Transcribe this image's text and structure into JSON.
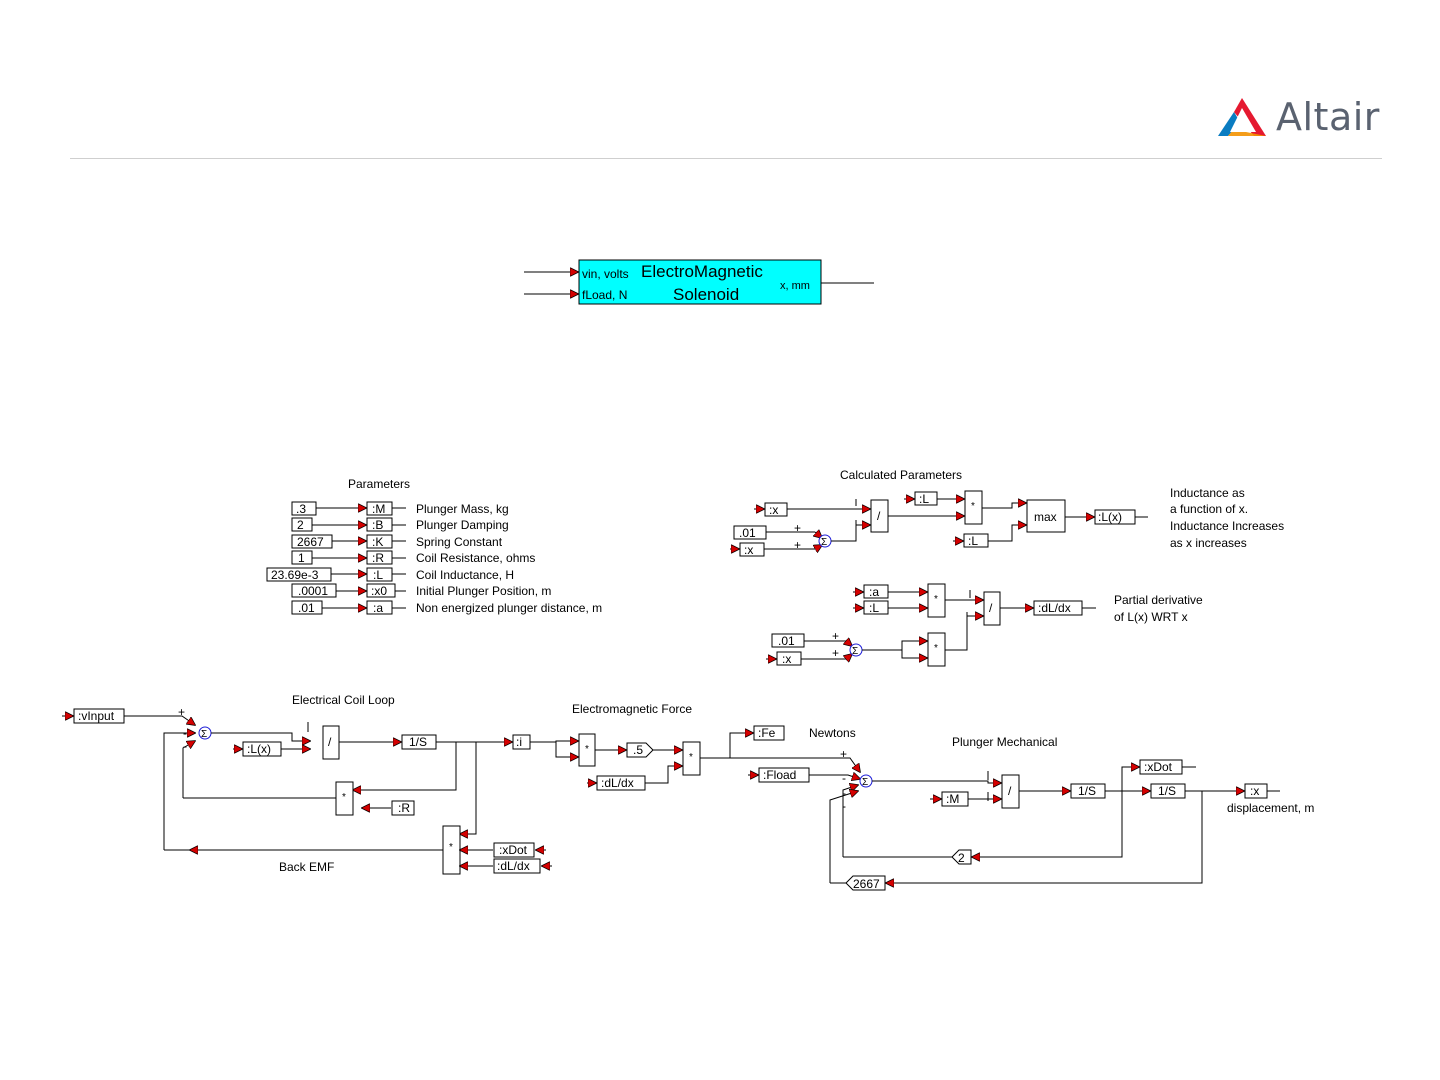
{
  "brand": {
    "name": "Altair",
    "colors": {
      "orange": "#f39200",
      "red": "#e2001a",
      "blue": "#0a7cc1",
      "gray": "#5a6270"
    }
  },
  "solenoid_block": {
    "port_vin": "vin, volts",
    "port_fload": "fLoad, N",
    "title_line1": "ElectroMagnetic",
    "title_line2": "Solenoid",
    "port_x": "x, mm",
    "fill": "#00ffff"
  },
  "parameters": {
    "title": "Parameters",
    "rows": [
      {
        "value": ".3",
        "var": ":M",
        "label": "Plunger Mass, kg"
      },
      {
        "value": "2",
        "var": ":B",
        "label": "Plunger Damping"
      },
      {
        "value": "2667",
        "var": ":K",
        "label": "Spring Constant"
      },
      {
        "value": "1",
        "var": ":R",
        "label": "Coil Resistance, ohms"
      },
      {
        "value": "23.69e-3",
        "var": ":L",
        "label": "Coil Inductance, H"
      },
      {
        "value": ".0001",
        "var": ":x0",
        "label": "Initial Plunger Position, m"
      },
      {
        "value": ".01",
        "var": ":a",
        "label": "Non energized plunger distance, m"
      }
    ]
  },
  "calculated": {
    "title": "Calculated Parameters",
    "x": ":x",
    "c01": ".01",
    "x2": ":x",
    "div": "/",
    "L": ":L",
    "mul": "*",
    "L2": ":L",
    "max": "max",
    "Lx": ":L(x)",
    "note": [
      "Inductance as",
      "a function of x.",
      "Inductance Increases",
      " as x increases"
    ],
    "a": ":a",
    "L3": ":L",
    "mul2": "*",
    "div2": "/",
    "dLdx": ":dL/dx",
    "c01b": ".01",
    "x3": ":x",
    "mul3": "*",
    "note2": [
      "Partial derivative",
      "of L(x) WRT x"
    ]
  },
  "loop": {
    "electrical_title": "Electrical Coil Loop",
    "vinput": ":vInput",
    "Lx": ":L(x)",
    "div": "/",
    "integ": "1/S",
    "mulR": "*",
    "R": ":R",
    "i": ":i",
    "mulB": "*",
    "xDot": ":xDot",
    "dLdx": ":dL/dx",
    "back_emf": "Back EMF",
    "force_title": "Electromagnetic Force",
    "mulF": "*",
    "half": ".5",
    "dLdx2": ":dL/dx",
    "mulF2": "*",
    "Fe": ":Fe",
    "newtons": "Newtons",
    "Fload": ":Fload",
    "mech_title": "Plunger Mechanical",
    "M": ":M",
    "div2": "/",
    "integ2": "1/S",
    "integ3": "1/S",
    "xDot2": ":xDot",
    "x": ":x",
    "displacement": "displacement, m",
    "gainB": "2",
    "gainK": "2667"
  },
  "signs": {
    "plus": "+",
    "minus": "-",
    "sigma": "Σ"
  }
}
